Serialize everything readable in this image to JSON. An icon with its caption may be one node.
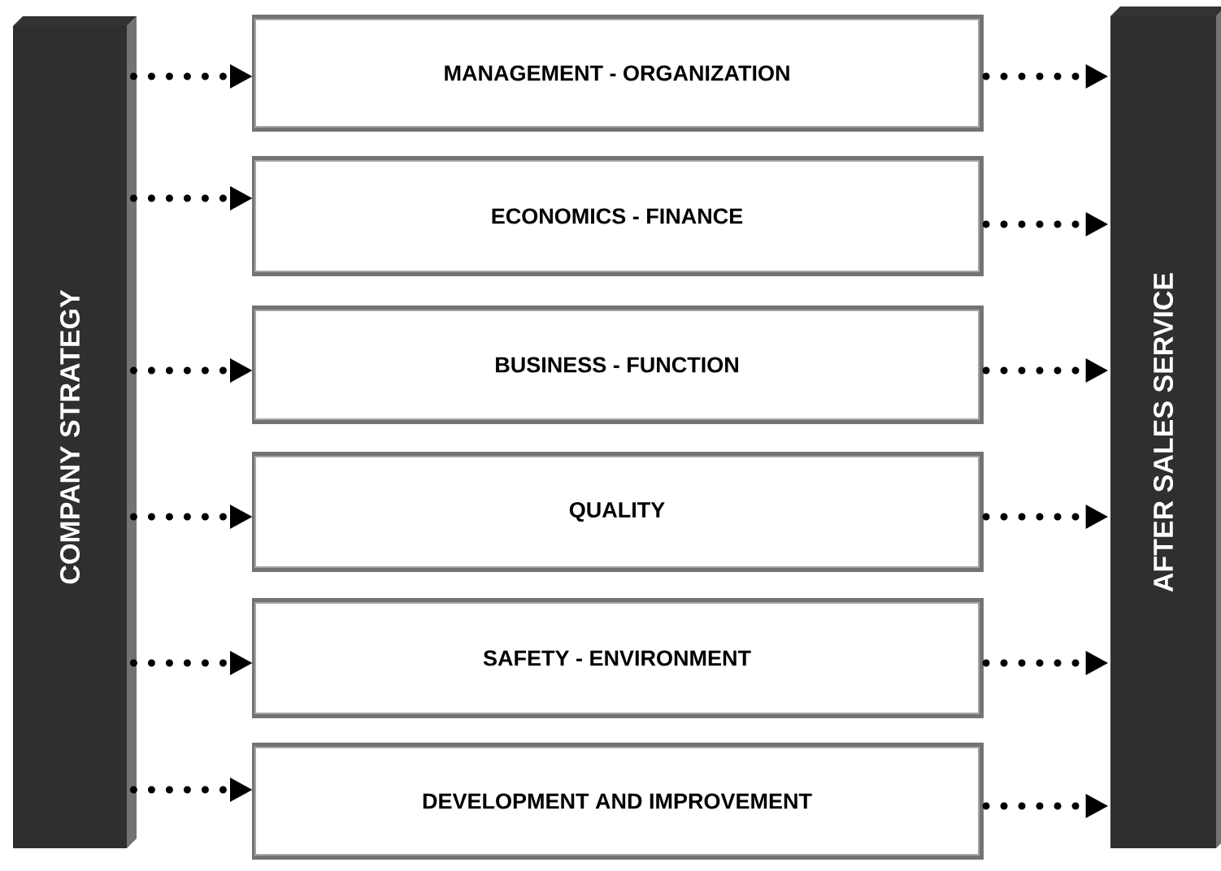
{
  "diagram": {
    "nodes": [
      {
        "text": [
          "COMPANY STRATEGY"
        ]
      },
      {
        "text": [
          "MANAGEMENT - ORGANIZATION"
        ]
      },
      {
        "text": [
          "ECONOMICS - FINANCE"
        ]
      },
      {
        "text": [
          "BUSINESS - FUNCTION"
        ]
      },
      {
        "text": [
          "QUALITY"
        ]
      },
      {
        "text": [
          "SAFETY - ENVIRONMENT"
        ]
      },
      {
        "text": [
          "DEVELOPMENT AND IMPROVEMENT"
        ]
      },
      {
        "text": [
          "AFTER SALES SERVICE"
        ]
      }
    ],
    "edges": [
      {
        "from": 0,
        "to": 1,
        "arrow": "to"
      },
      {
        "from": 0,
        "to": 2,
        "arrow": "to"
      },
      {
        "from": 0,
        "to": 3,
        "arrow": "to"
      },
      {
        "from": 0,
        "to": 4,
        "arrow": "to"
      },
      {
        "from": 0,
        "to": 5,
        "arrow": "to"
      },
      {
        "from": 0,
        "to": 6,
        "arrow": "to"
      },
      {
        "from": 1,
        "to": 7,
        "arrow": "to"
      },
      {
        "from": 2,
        "to": 7,
        "arrow": "to"
      },
      {
        "from": 3,
        "to": 7,
        "arrow": "to"
      },
      {
        "from": 4,
        "to": 7,
        "arrow": "to"
      },
      {
        "from": 5,
        "to": 7,
        "arrow": "to"
      },
      {
        "from": 6,
        "to": 7,
        "arrow": "to"
      }
    ]
  }
}
